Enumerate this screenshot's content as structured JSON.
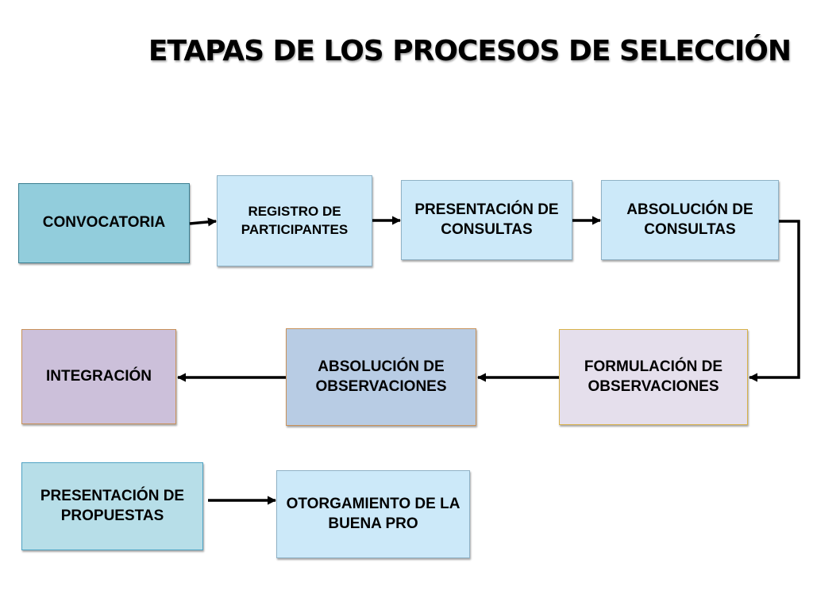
{
  "title": "ETAPAS DE LOS PROCESOS DE SELECCIÓN",
  "boxes": {
    "convocatoria": "CONVOCATORIA",
    "registro": "REGISTRO DE PARTICIPANTES",
    "presentacion_consultas": "PRESENTACIÓN DE CONSULTAS",
    "absolucion_consultas": "ABSOLUCIÓN DE CONSULTAS",
    "formulacion_observaciones": "FORMULACIÓN DE OBSERVACIONES",
    "absolucion_observaciones": "ABSOLUCIÓN DE OBSERVACIONES",
    "integracion": "INTEGRACIÓN",
    "presentacion_propuestas": "PRESENTACIÓN DE PROPUESTAS",
    "otorgamiento": "OTORGAMIENTO DE LA BUENA PRO"
  },
  "colors": {
    "convocatoria_fill": "#92cddc",
    "light_blue_fill": "#cce9f9",
    "steel_blue_fill": "#b8cce4",
    "lavender_fill": "#e5dfec",
    "purple_fill": "#ccc0da",
    "cyan_fill": "#b7dee8",
    "arrow": "#000000"
  }
}
